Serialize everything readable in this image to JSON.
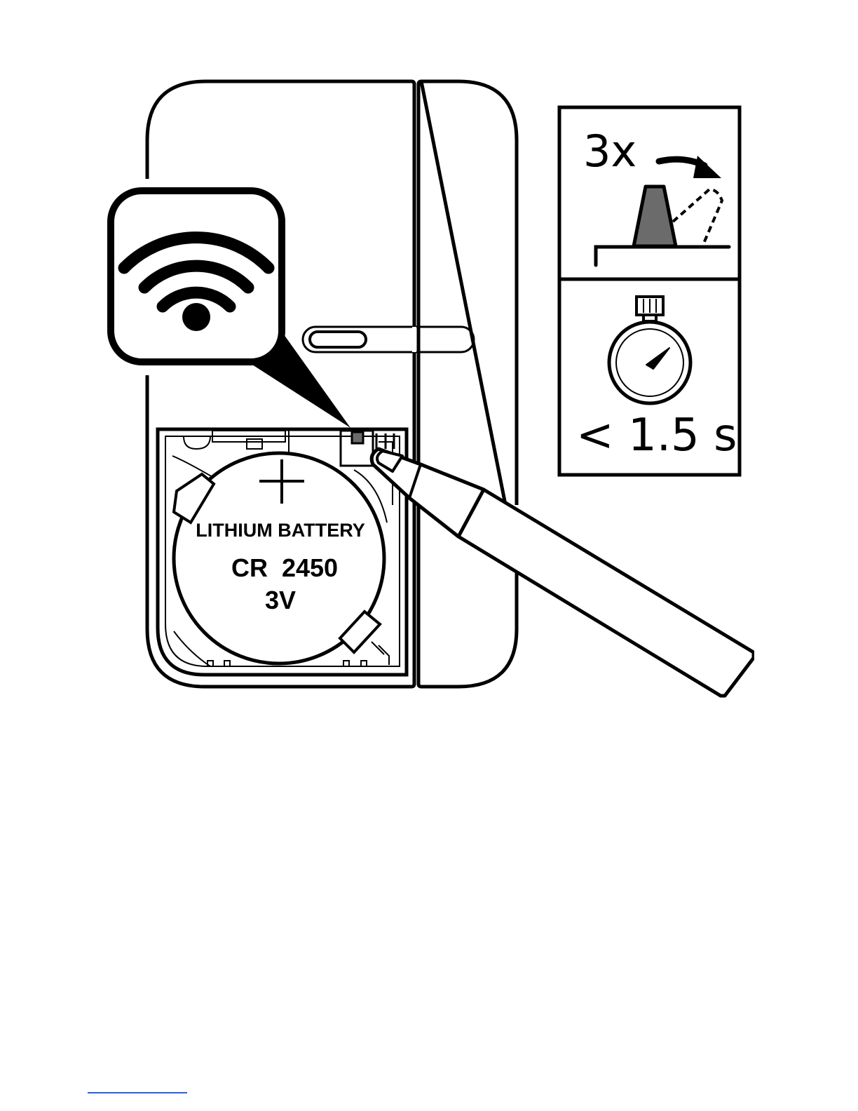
{
  "battery": {
    "type_label": "LITHIUM BATTERY",
    "model": "CR  2450",
    "voltage": "3V"
  },
  "instruction_panel": {
    "press_count": "3x",
    "duration": "< 1.5 s"
  },
  "colors": {
    "stroke": "#000000",
    "button_fill": "#6b6b6b",
    "background": "#ffffff",
    "footer_line": "#2b5fd9"
  },
  "icons": [
    "wifi-signal-icon",
    "stopwatch-icon",
    "press-button-icon",
    "curved-arrow-icon"
  ]
}
